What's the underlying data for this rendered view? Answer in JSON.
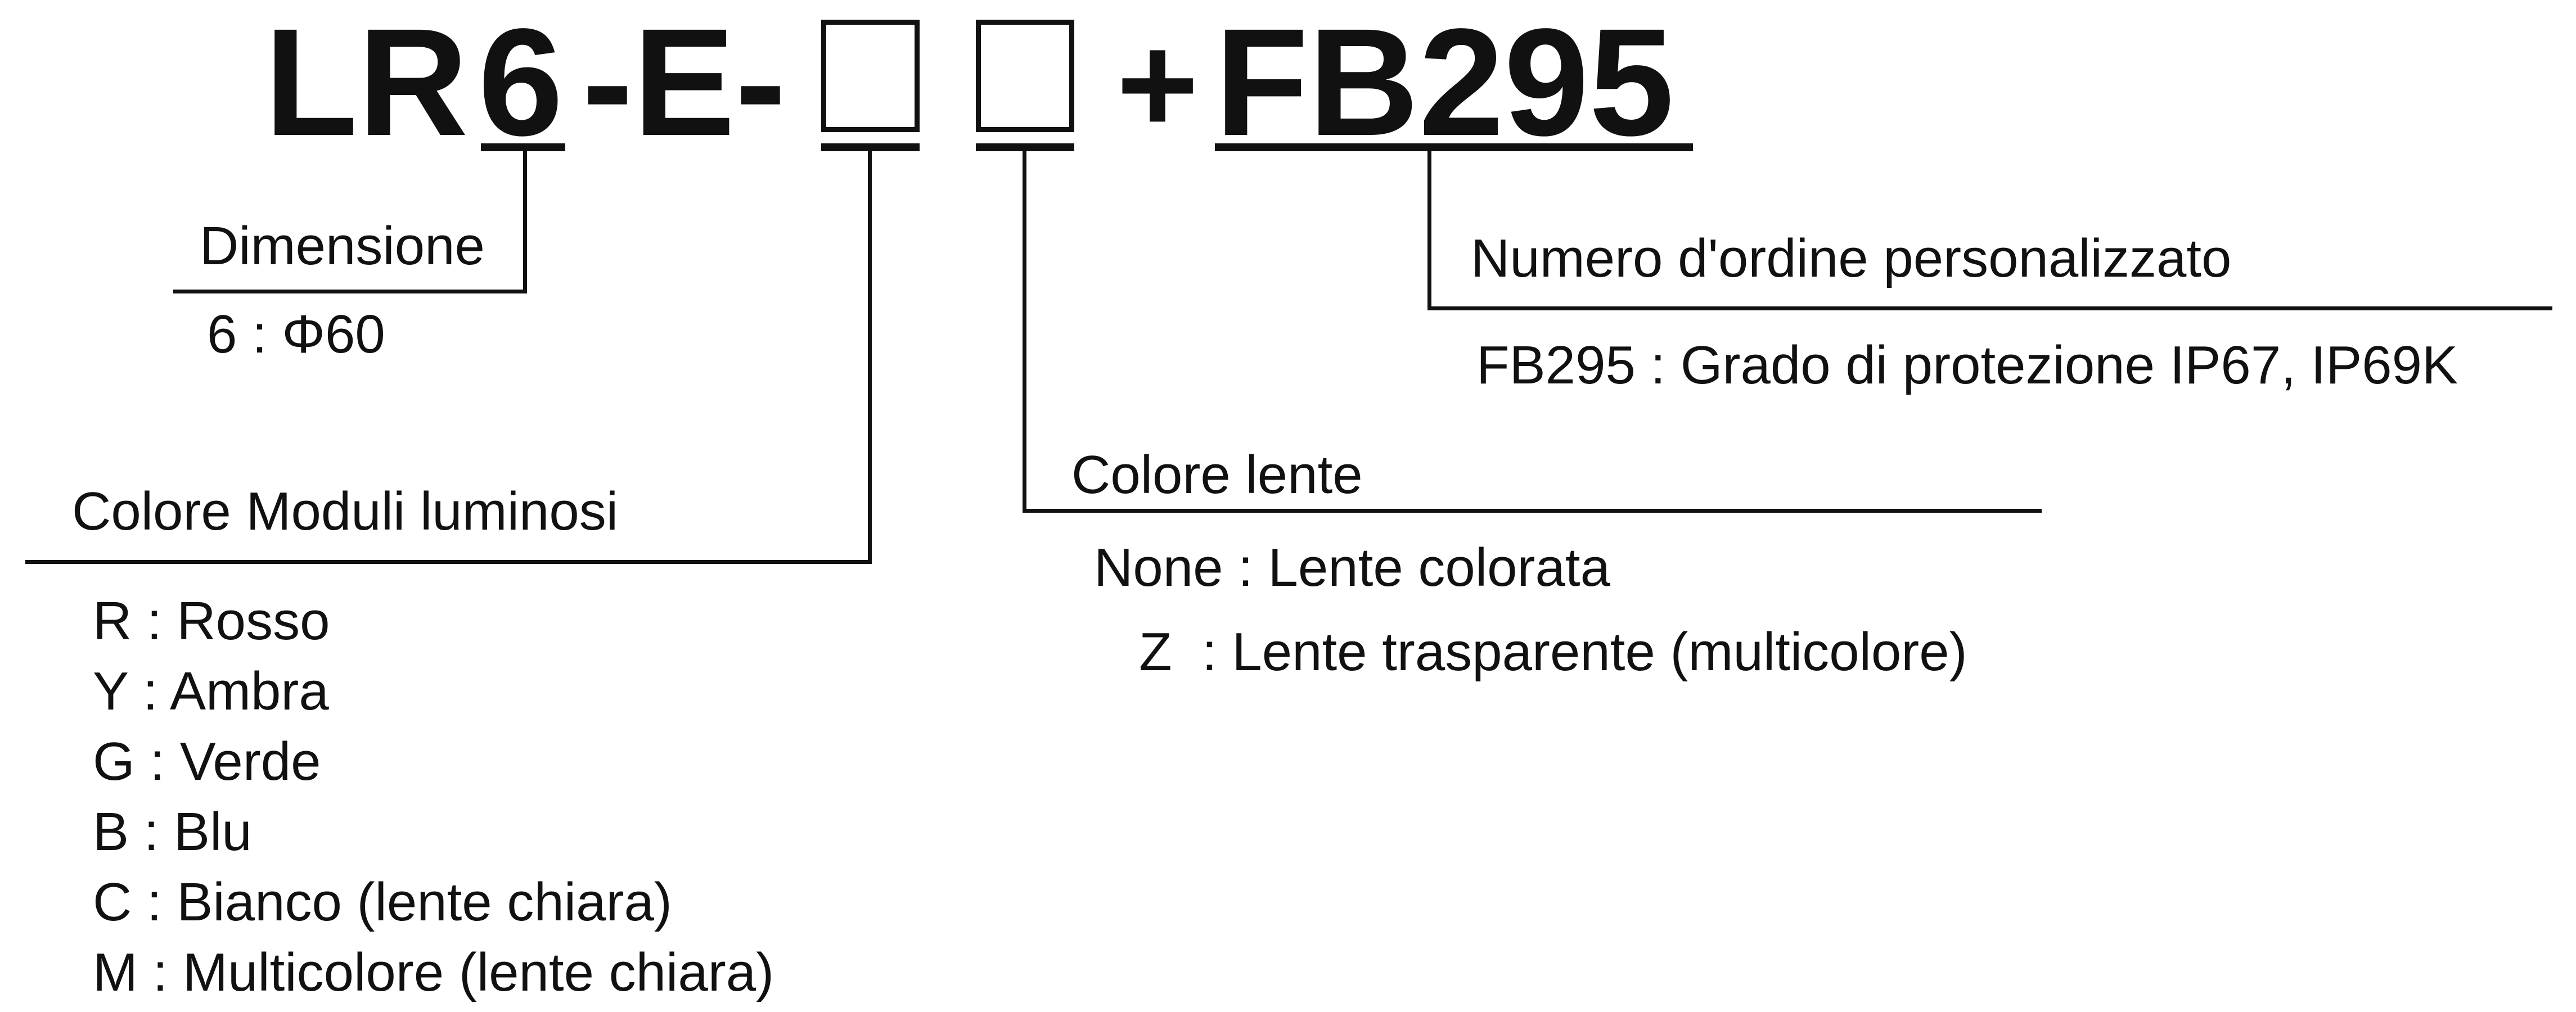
{
  "code": {
    "prefix": "LR",
    "dimension": "6",
    "sep1": "-E-",
    "plus": "+",
    "option": "FB295"
  },
  "fields": {
    "dimension": {
      "title": "Dimensione",
      "values": [
        "6 : Φ60"
      ]
    },
    "module_color": {
      "title": "Colore Moduli luminosi",
      "values": [
        "R : Rosso",
        "Y : Ambra",
        "G : Verde",
        "B : Blu",
        "C : Bianco (lente chiara)",
        "M : Multicolore (lente chiara)"
      ]
    },
    "lens_color": {
      "title": "Colore lente",
      "values": [
        "None : Lente colorata",
        "Z  : Lente trasparente (multicolore)"
      ]
    },
    "custom_order": {
      "title": "Numero d'ordine personalizzato",
      "values": [
        "FB295 : Grado di protezione IP67, IP69K"
      ]
    }
  }
}
